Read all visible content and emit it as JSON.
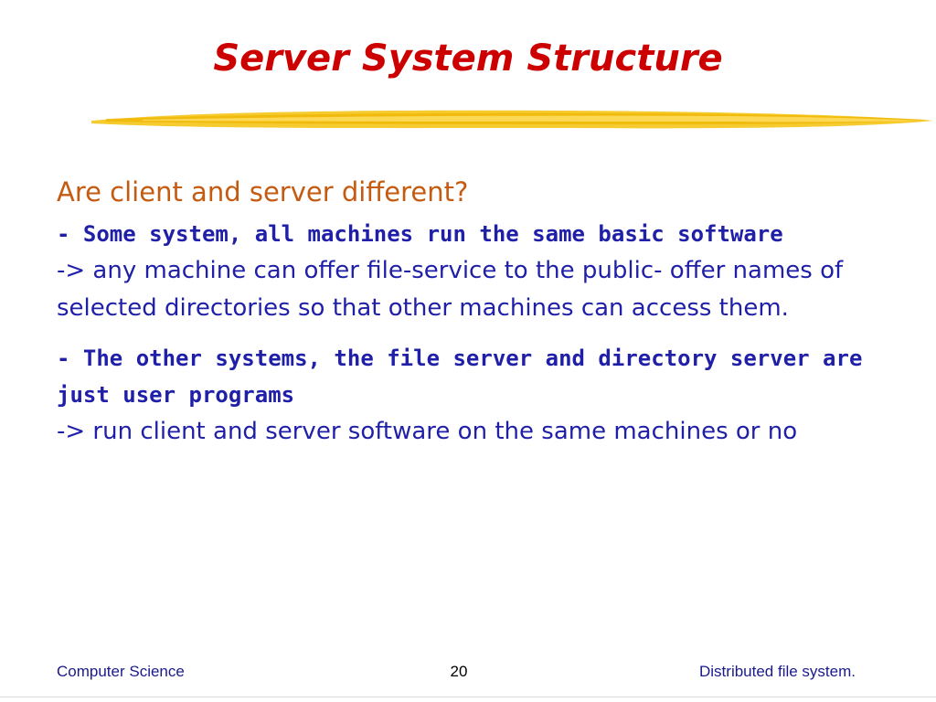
{
  "slide": {
    "title": "Server System Structure",
    "question": "Are client and server different?",
    "points": [
      {
        "heading": "- Some system, all machines run the same basic software",
        "detail": "-> any machine can offer file-service to the public- offer names of selected directories so that other machines can access them."
      },
      {
        "heading": "- The other systems, the file server and directory server are just user programs",
        "detail": "-> run client and server software on the same machines or no"
      }
    ]
  },
  "footer": {
    "left": "Computer Science",
    "page_number": "20",
    "right": "Distributed file system."
  },
  "colors": {
    "title": "#cc0000",
    "question": "#c55a11",
    "body": "#1f1fa8",
    "brush": "#f5c518"
  }
}
